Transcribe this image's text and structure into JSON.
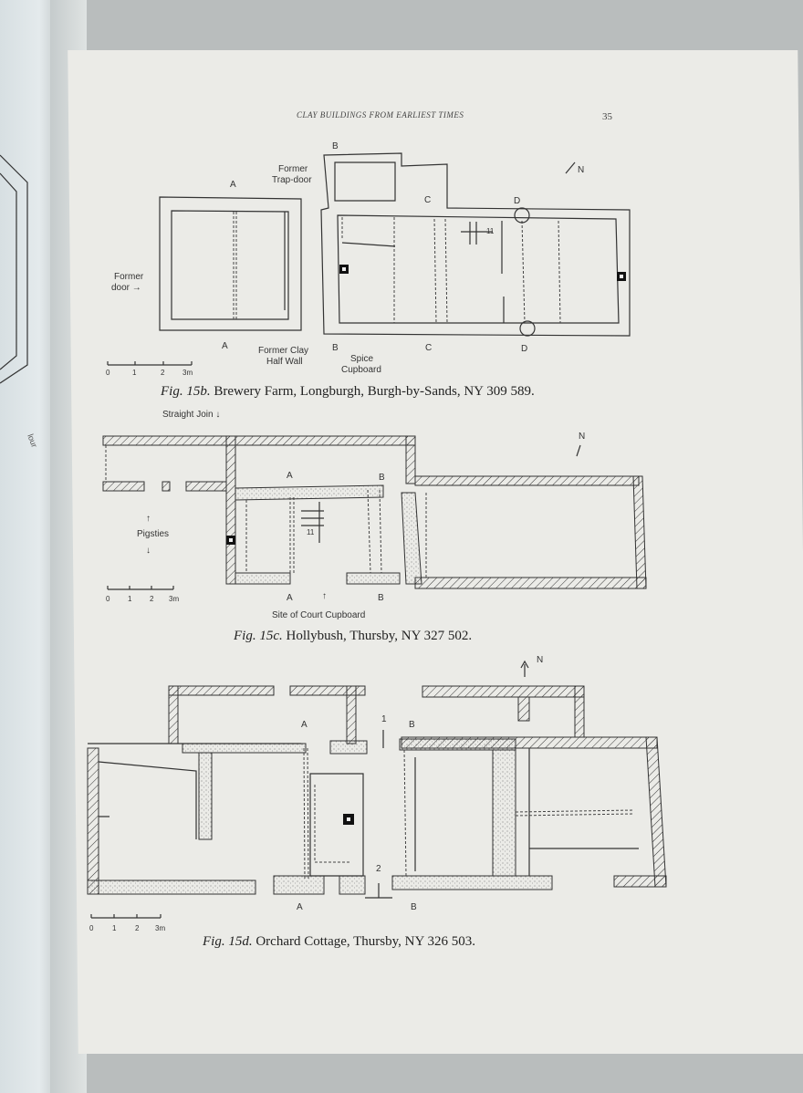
{
  "left_page": {
    "fragment": "lour"
  },
  "header": {
    "running_title": "CLAY BUILDINGS FROM EARLIEST TIMES",
    "page_number": "35"
  },
  "fig15b": {
    "labels": {
      "b_top": "B",
      "a_top": "A",
      "former": "Former",
      "trapdoor": "Trap-door",
      "c_top": "C",
      "d_top": "D",
      "north": "N",
      "former_door_1": "Former",
      "former_door_2": "door →",
      "a_bottom": "A",
      "former_clay_1": "Former Clay",
      "former_clay_2": "Half Wall",
      "b_bottom": "B",
      "spice_1": "Spice",
      "spice_2": "Cupboard",
      "c_bottom": "C",
      "d_bottom": "D",
      "stairs": "11"
    },
    "scale": [
      "0",
      "1",
      "2",
      "3m"
    ],
    "caption_fig": "Fig. 15b.",
    "caption_text": "Brewery Farm, Longburgh, Burgh-by-Sands, NY 309 589."
  },
  "fig15c": {
    "labels": {
      "straight_join": "Straight Join ↓",
      "north": "N",
      "a_top": "A",
      "b_top": "B",
      "pigsties": "Pigsties",
      "stairs": "11",
      "a_bottom": "A",
      "b_bottom": "B",
      "court_cupboard": "Site of Court Cupboard"
    },
    "scale": [
      "0",
      "1",
      "2",
      "3m"
    ],
    "caption_fig": "Fig. 15c.",
    "caption_text": "Hollybush, Thursby, NY 327 502."
  },
  "fig15d": {
    "labels": {
      "north": "N",
      "a_top": "A",
      "one": "1",
      "b_top": "B",
      "two": "2",
      "a_bottom": "A",
      "b_bottom": "B"
    },
    "scale": [
      "0",
      "1",
      "2",
      "3m"
    ],
    "caption_fig": "Fig. 15d.",
    "caption_text": "Orchard Cottage, Thursby, NY 326 503."
  }
}
